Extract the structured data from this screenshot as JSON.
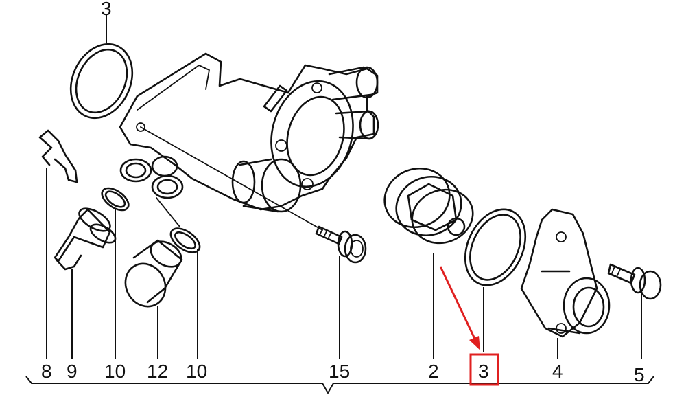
{
  "diagram": {
    "callouts": [
      {
        "id": "top-3",
        "text": "3"
      },
      {
        "id": "c8",
        "text": "8"
      },
      {
        "id": "c9",
        "text": "9"
      },
      {
        "id": "c10a",
        "text": "10"
      },
      {
        "id": "c12",
        "text": "12"
      },
      {
        "id": "c10b",
        "text": "10"
      },
      {
        "id": "c15",
        "text": "15"
      },
      {
        "id": "c2",
        "text": "2"
      },
      {
        "id": "c3",
        "text": "3"
      },
      {
        "id": "c4",
        "text": "4"
      },
      {
        "id": "c5",
        "text": "5"
      }
    ],
    "highlight": {
      "target": "3",
      "color": "#e02020"
    },
    "arrow_color": "#e02020",
    "line_color": "#111111"
  }
}
